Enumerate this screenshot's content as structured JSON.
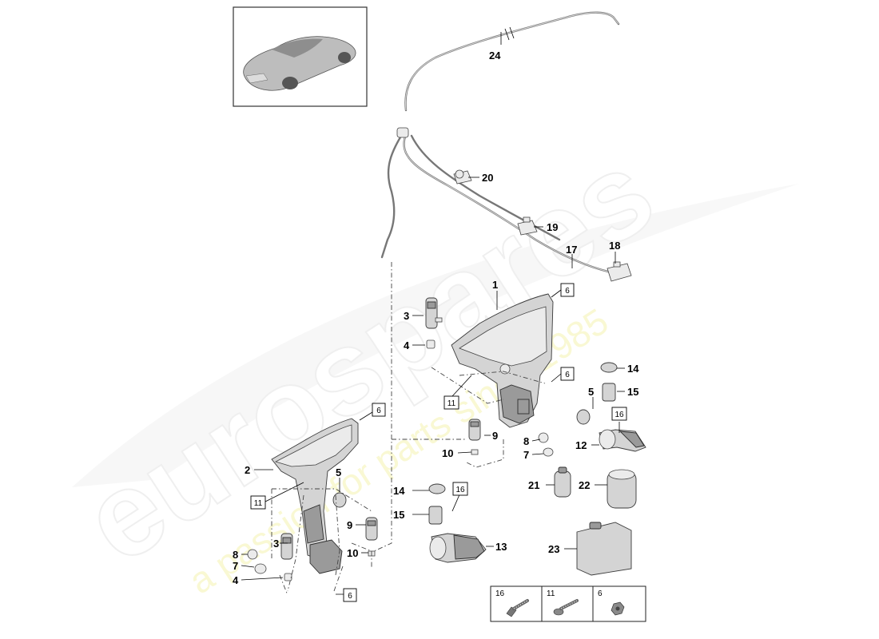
{
  "callouts": {
    "c1": "1",
    "c2": "2",
    "c3a": "3",
    "c3b": "3",
    "c4a": "4",
    "c4b": "4",
    "c5a": "5",
    "c5b": "5",
    "c7a": "7",
    "c7b": "7",
    "c8a": "8",
    "c8b": "8",
    "c9a": "9",
    "c9b": "9",
    "c10a": "10",
    "c10b": "10",
    "c12": "12",
    "c13": "13",
    "c14a": "14",
    "c14b": "14",
    "c15a": "15",
    "c15b": "15",
    "c17": "17",
    "c18": "18",
    "c19": "19",
    "c20": "20",
    "c21": "21",
    "c22": "22",
    "c23": "23",
    "c24": "24"
  },
  "boxed_refs": {
    "b6a": "6",
    "b6b": "6",
    "b6c": "6",
    "b6d": "6",
    "b11a": "11",
    "b11b": "11",
    "b16a": "16",
    "b16b": "16"
  },
  "fastener_table": {
    "headers": [
      "16",
      "11",
      "6"
    ],
    "icons": [
      "bolt-icon",
      "flange-bolt-icon",
      "nut-icon"
    ]
  },
  "watermark": {
    "brand": "eurospares",
    "tagline": "a passion for parts since 1985"
  }
}
